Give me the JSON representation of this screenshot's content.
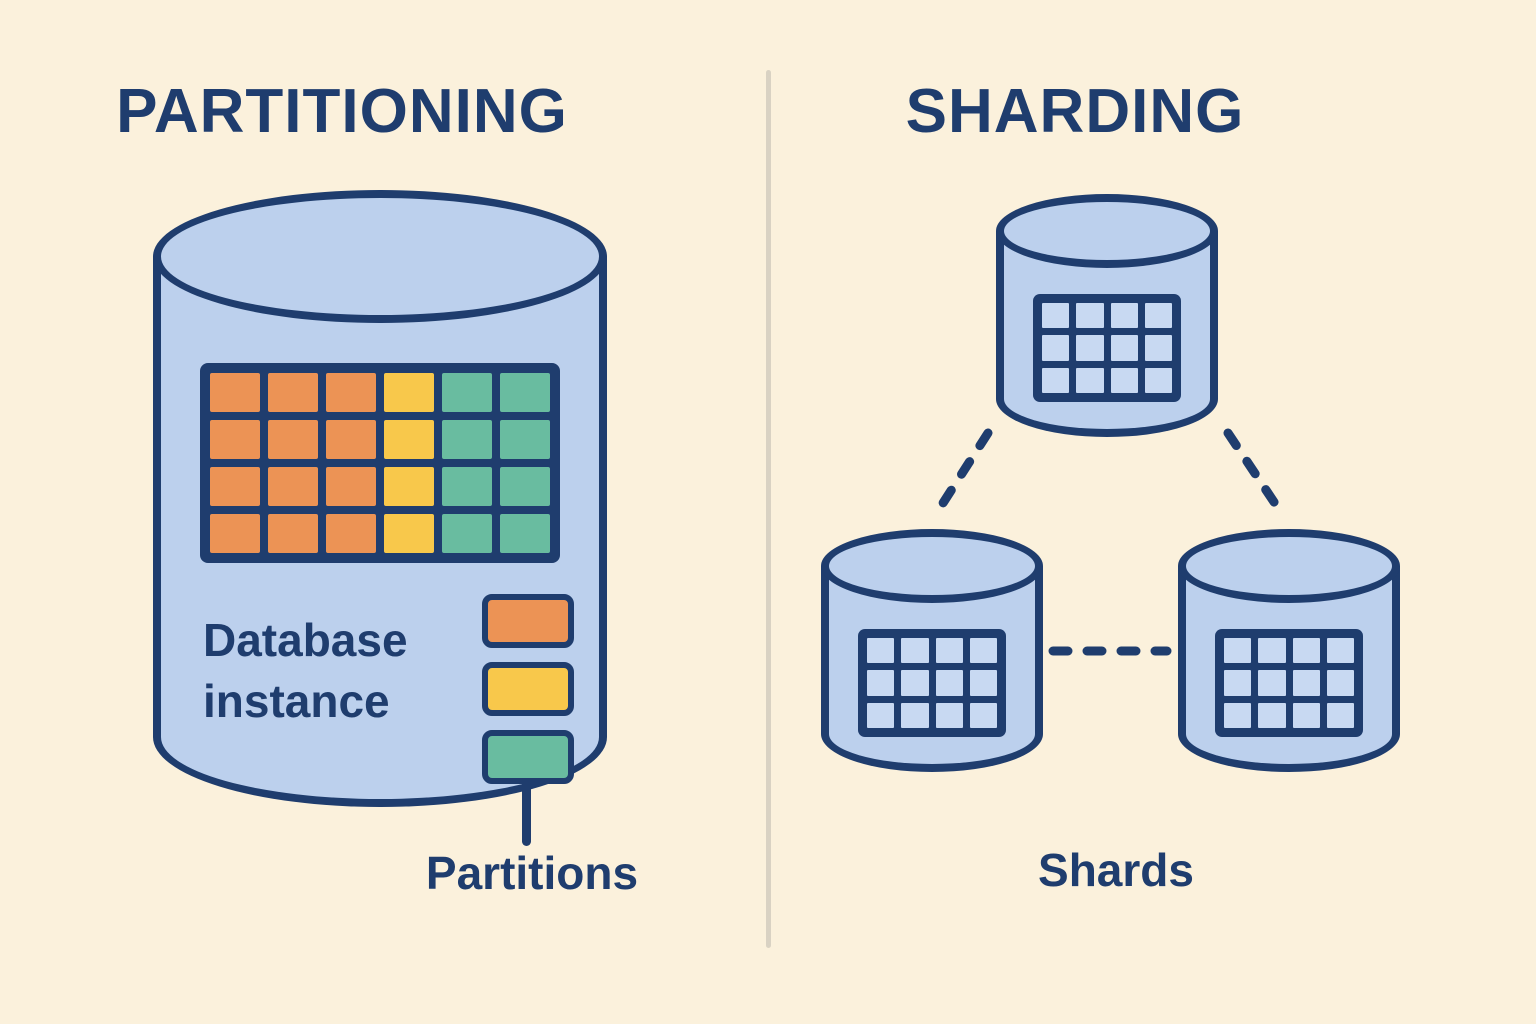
{
  "palette": {
    "background": "#fbf1dc",
    "navy": "#1f3d6e",
    "cylinder_blue": "#bcd0ed",
    "table_cell_blue": "#c8d9f2",
    "orange": "#ec9355",
    "yellow": "#f8c84b",
    "green": "#69bca0",
    "divider": "#d9d2c3"
  },
  "left_panel": {
    "title": "PARTITIONING",
    "database_label_line1": "Database",
    "database_label_line2": "instance",
    "partitions_label": "Partitions",
    "partition_grid": {
      "rows": 4,
      "cols": 6,
      "column_colors": [
        "orange",
        "orange",
        "orange",
        "yellow",
        "green",
        "green"
      ]
    },
    "legend_colors": [
      "orange",
      "yellow",
      "green"
    ]
  },
  "right_panel": {
    "title": "SHARDING",
    "shards_label": "Shards",
    "shard_count": 3,
    "shard_table": {
      "rows": 3,
      "cols": 4
    }
  }
}
